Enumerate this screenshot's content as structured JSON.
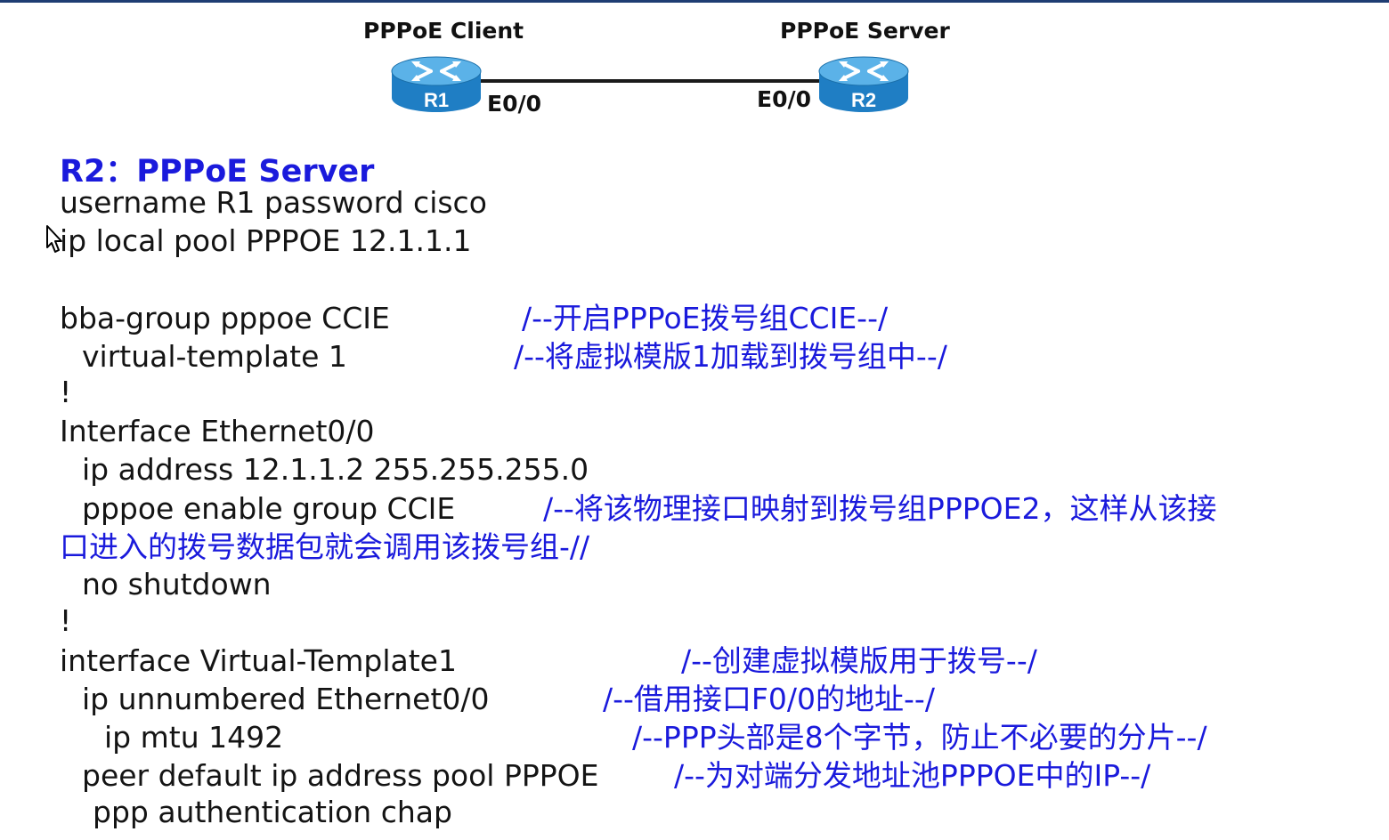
{
  "diagram": {
    "client_label": "PPPoE Client",
    "server_label": "PPPoE Server",
    "r1": {
      "name": "R1",
      "interface": "E0/0"
    },
    "r2": {
      "name": "R2",
      "interface": "E0/0"
    }
  },
  "title": "R2：PPPoE Server",
  "config_lines": {
    "l1": "username R1 password cisco",
    "l2": "ip local pool PPPOE 12.1.1.1",
    "l3": "bba-group pppoe CCIE",
    "l4": "virtual-template 1",
    "l5": "!",
    "l6": "Interface Ethernet0/0",
    "l7": "ip address 12.1.1.2 255.255.255.0",
    "l8": "pppoe enable group CCIE",
    "l9": "no shutdown",
    "l10": "!",
    "l11": "interface Virtual-Template1",
    "l12": "ip unnumbered Ethernet0/0",
    "l13": "ip mtu 1492",
    "l14": "peer default ip address pool PPPOE",
    "l15": "ppp authentication chap"
  },
  "comments": {
    "c3": "/--开启PPPoE拨号组CCIE--/",
    "c4": "/--将虚拟模版1加载到拨号组中--/",
    "c8a": "/--将该物理接口映射到拨号组PPPOE2，这样从该接",
    "c8b": "口进入的拨号数据包就会调用该拨号组-//",
    "c11": "/--创建虚拟模版用于拨号--/",
    "c12": "/--借用接口F0/0的地址--/",
    "c13": "/--PPP头部是8个字节，防止不必要的分片--/",
    "c14": "/--为对端分发地址池PPPOE中的IP--/"
  },
  "colors": {
    "comment": "#1a1adc",
    "router_fill": "#1f7ec4",
    "router_top": "#5bb2e8",
    "text": "#141414"
  }
}
